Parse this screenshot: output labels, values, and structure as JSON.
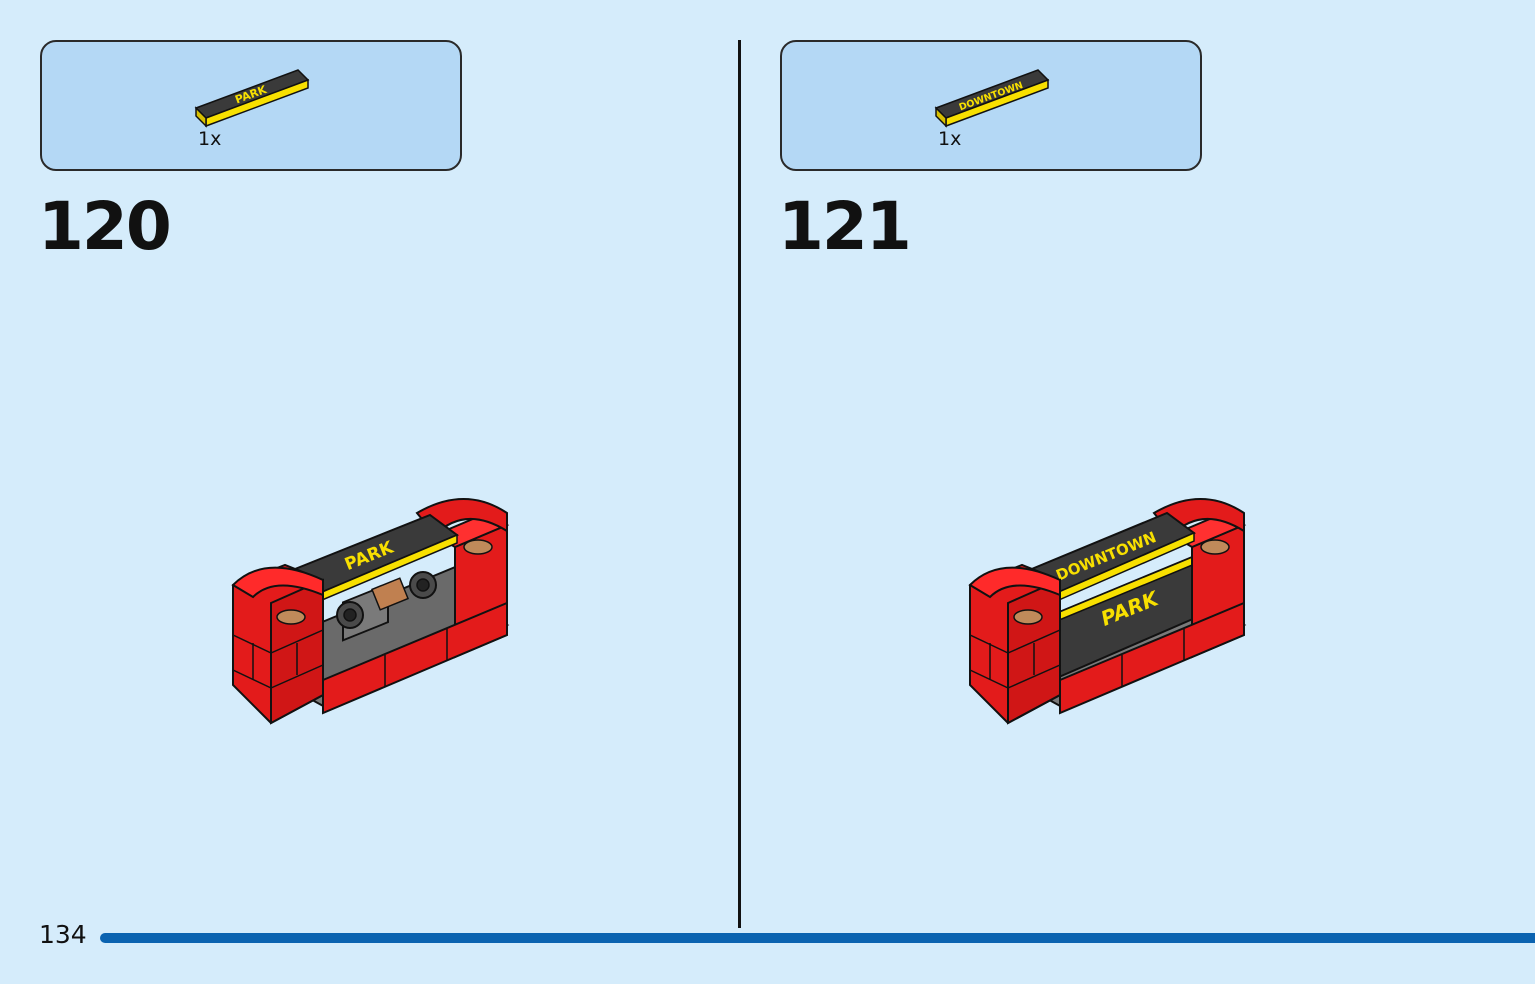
{
  "page": {
    "number": "134"
  },
  "steps": [
    {
      "number": "120",
      "part": {
        "label": "PARK",
        "quantity": "1x",
        "color": "#f8e000"
      },
      "model": {
        "sign_text": "PARK"
      }
    },
    {
      "number": "121",
      "part": {
        "label": "DOWNTOWN",
        "quantity": "1x",
        "color": "#f8e000"
      },
      "model": {
        "sign_top_text": "DOWNTOWN",
        "sign_bottom_text": "PARK"
      }
    }
  ],
  "colors": {
    "background": "#d5ecfb",
    "parts_box": "#b4d8f5",
    "brick_red": "#e31b1b",
    "tile_yellow": "#f8e000",
    "tile_dark": "#3a3a3a",
    "progress": "#0b63b0"
  }
}
